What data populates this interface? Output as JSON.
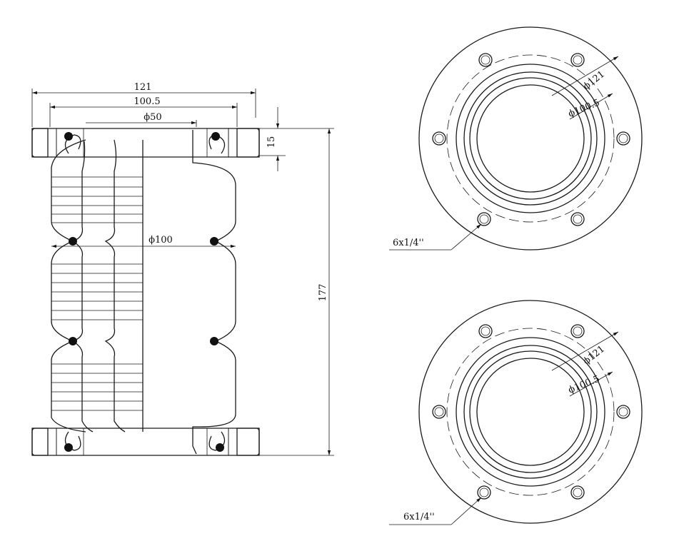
{
  "side_view": {
    "dimensions": {
      "overall_width": "121",
      "bead_diameter": "100.5",
      "port_diameter": "ϕ50",
      "bellows_diameter": "ϕ100",
      "flange_height": "15",
      "overall_height": "177"
    }
  },
  "top_flange": {
    "bolt_circle": "ϕ121",
    "bead_diameter": "ϕ100.5",
    "holes": "6x1/4''"
  },
  "bottom_flange": {
    "bolt_circle": "ϕ121",
    "bead_diameter": "ϕ100.5",
    "holes": "6x1/4''"
  }
}
